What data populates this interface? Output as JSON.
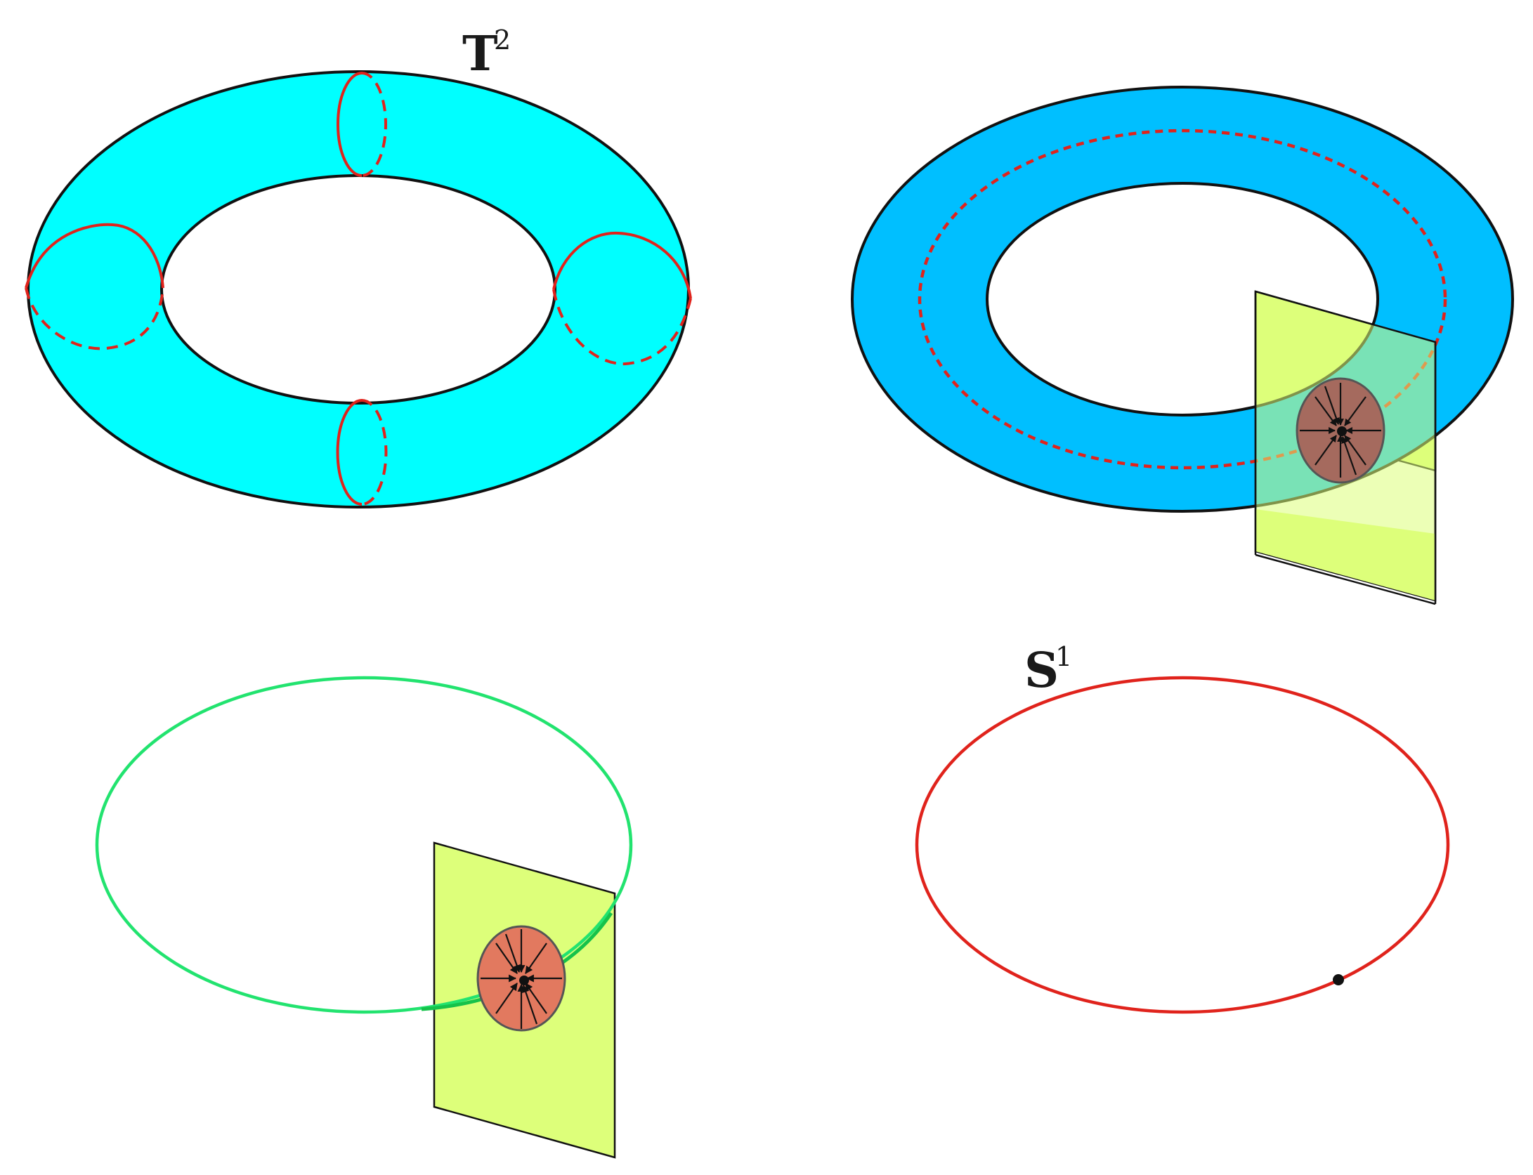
{
  "labels": {
    "torus_label": "T",
    "torus_sup": "2",
    "circle_label": "S",
    "circle_sup": "1"
  },
  "colors": {
    "torus_fill": "#00ffff",
    "torus_fill_foliated": "#00bfff",
    "meridian": "#e0231c",
    "orbit_green": "#22e36f",
    "section_plane": "#ddff7a",
    "sink_disc": "#e2795f",
    "sink_disc_on_torus": "#a56a5e",
    "outline": "#111111"
  },
  "icons": {
    "sink_arrow": "inward-arrow",
    "fixed_point": "dot"
  }
}
